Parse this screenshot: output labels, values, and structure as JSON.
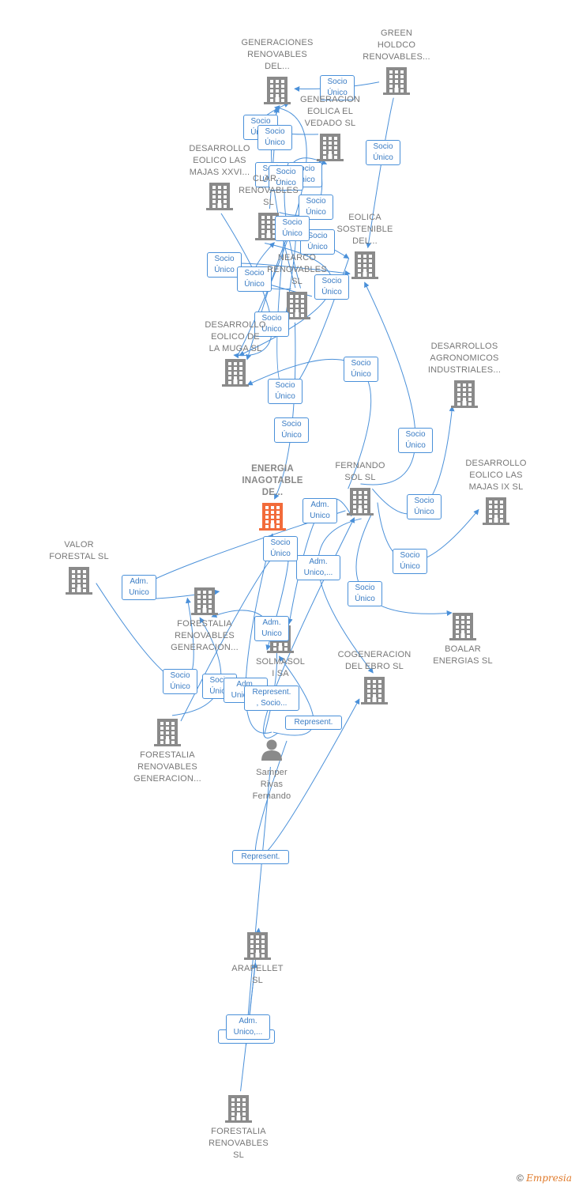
{
  "colors": {
    "building": "#8a8a8a",
    "focus": "#f26b3a",
    "edge": "#4a90d9"
  },
  "nodes": [
    {
      "id": "generaciones",
      "label": "GENERACIONES\nRENOVABLES\nDEL...",
      "icon": "building-icon"
    },
    {
      "id": "green",
      "label": "GREEN\nHOLDCO\nRENOVABLES...",
      "icon": "building-icon"
    },
    {
      "id": "vedado",
      "label": "GENERACION\nEOLICA EL\nVEDADO SL",
      "icon": "building-icon"
    },
    {
      "id": "majasxxvi",
      "label": "DESARROLLO\nEOLICO LAS\nMAJAS XXVI...",
      "icon": "building-icon"
    },
    {
      "id": "clar",
      "label": "CLAR...\nRENOVABLES\nSL",
      "icon": "building-icon"
    },
    {
      "id": "eolica_sost",
      "label": "EOLICA\nSOSTENIBLE\nDEL...",
      "icon": "building-icon"
    },
    {
      "id": "nearco",
      "label": "NEARCO\nRENOVABLES\nSL",
      "icon": "building-icon"
    },
    {
      "id": "muga",
      "label": "DESARROLLO\nEOLICO DE\nLA MUGA SL",
      "icon": "building-icon"
    },
    {
      "id": "agronomicos",
      "label": "DESARROLLOS\nAGRONOMICOS\nINDUSTRIALES...",
      "icon": "building-icon"
    },
    {
      "id": "energia",
      "label": "ENERGIA\nINAGOTABLE\nDE...",
      "icon": "building-icon",
      "focus": true
    },
    {
      "id": "fernando_sol",
      "label": "FERNANDO\nSOL SL",
      "icon": "building-icon"
    },
    {
      "id": "majasix",
      "label": "DESARROLLO\nEOLICO LAS\nMAJAS IX  SL",
      "icon": "building-icon"
    },
    {
      "id": "valor",
      "label": "VALOR\nFORESTAL SL",
      "icon": "building-icon"
    },
    {
      "id": "forestalia_gen1",
      "label": "FORESTALIA\nRENOVABLES\nGENERACION...",
      "icon": "building-icon"
    },
    {
      "id": "solmasol",
      "label": "SOLMASOL\nI SA",
      "icon": "building-icon"
    },
    {
      "id": "cogeneracion",
      "label": "COGENERACION\nDEL EBRO  SL",
      "icon": "building-icon"
    },
    {
      "id": "boalar",
      "label": "BOALAR\nENERGIAS  SL",
      "icon": "building-icon"
    },
    {
      "id": "forestalia_gen2",
      "label": "FORESTALIA\nRENOVABLES\nGENERACION...",
      "icon": "building-icon"
    },
    {
      "id": "samper",
      "label": "Samper\nRivas\nFernando",
      "icon": "person-icon"
    },
    {
      "id": "arapellet",
      "label": "ARAPELLET\nSL",
      "icon": "building-icon"
    },
    {
      "id": "forestalia_sl",
      "label": "FORESTALIA\nRENOVABLES\nSL",
      "icon": "building-icon"
    }
  ],
  "edges": [
    {
      "from": "green",
      "to": "generaciones",
      "label": "Socio\nÚnico"
    },
    {
      "from": "green",
      "to": "eolica_sost",
      "label": "Socio\nÚnico"
    },
    {
      "from": "vedado",
      "to": "generaciones",
      "label": "Socio\nÚnico"
    },
    {
      "from": "clar",
      "to": "generaciones",
      "label": "Socio\nÚnico"
    },
    {
      "from": "nearco",
      "to": "generaciones",
      "label": "Socio\nÚnico"
    },
    {
      "from": "muga",
      "to": "generaciones",
      "label": "Socio\nÚnico"
    },
    {
      "from": "nearco",
      "to": "vedado",
      "label": "Socio\nÚnico"
    },
    {
      "from": "clar",
      "to": "vedado",
      "label": "Socio\nÚnico"
    },
    {
      "from": "clar",
      "to": "eolica_sost",
      "label": "Socio\nÚnico"
    },
    {
      "from": "nearco",
      "to": "eolica_sost",
      "label": "Socio\nÚnico"
    },
    {
      "from": "nearco",
      "to": "clar",
      "label": "Socio\nÚnico"
    },
    {
      "from": "majasxxvi",
      "to": "muga",
      "label": "Socio\nÚnico"
    },
    {
      "from": "clar",
      "to": "muga",
      "label": "Socio\nÚnico"
    },
    {
      "from": "nearco",
      "to": "muga",
      "label": "Socio\nÚnico"
    },
    {
      "from": "eolica_sost",
      "to": "clar",
      "label": "Socio\nÚnico"
    },
    {
      "from": "nearco",
      "to": "energia",
      "label": "Socio\nÚnico"
    },
    {
      "from": "fernando_sol",
      "to": "muga",
      "label": "Socio\nÚnico"
    },
    {
      "from": "fernando_sol",
      "to": "eolica_sost",
      "label": "Socio\nÚnico"
    },
    {
      "from": "fernando_sol",
      "to": "agronomicos",
      "label": "Socio\nÚnico"
    },
    {
      "from": "fernando_sol",
      "to": "majasix",
      "label": "Socio\nÚnico"
    },
    {
      "from": "fernando_sol",
      "to": "boalar",
      "label": "Socio\nÚnico"
    },
    {
      "from": "fernando_sol",
      "to": "cogeneracion",
      "label": "Adm.\nUnico,..."
    },
    {
      "from": "fernando_sol",
      "to": "solmasol",
      "label": "Adm.\nUnico"
    },
    {
      "from": "fernando_sol",
      "to": "forestalia_gen1",
      "label": "Adm.\nUnico"
    },
    {
      "from": "valor",
      "to": "forestalia_gen1",
      "label": "Socio\nÚnico"
    },
    {
      "from": "forestalia_gen2",
      "to": "forestalia_gen1",
      "label": "Socio\nÚnico"
    },
    {
      "from": "forestalia_gen2",
      "to": "solmasol",
      "label": "Socio\nÚnico"
    },
    {
      "from": "samper",
      "to": "energia",
      "label": "Adm.\nUnico,..."
    },
    {
      "from": "samper",
      "to": "forestalia_gen1",
      "label": "Adm.\nUnico"
    },
    {
      "from": "samper",
      "to": "solmasol",
      "label": "Represent."
    },
    {
      "from": "samper",
      "to": "fernando_sol",
      "label": "Represent.\n, Socio..."
    },
    {
      "from": "samper",
      "to": "cogeneracion",
      "label": "Represent."
    },
    {
      "from": "samper",
      "to": "arapellet",
      "label": "Represent."
    },
    {
      "from": "forestalia_sl",
      "to": "arapellet",
      "label": "Adm.\nUnico,..."
    }
  ],
  "footer": {
    "copyright": "©",
    "brand": "Empresia"
  }
}
